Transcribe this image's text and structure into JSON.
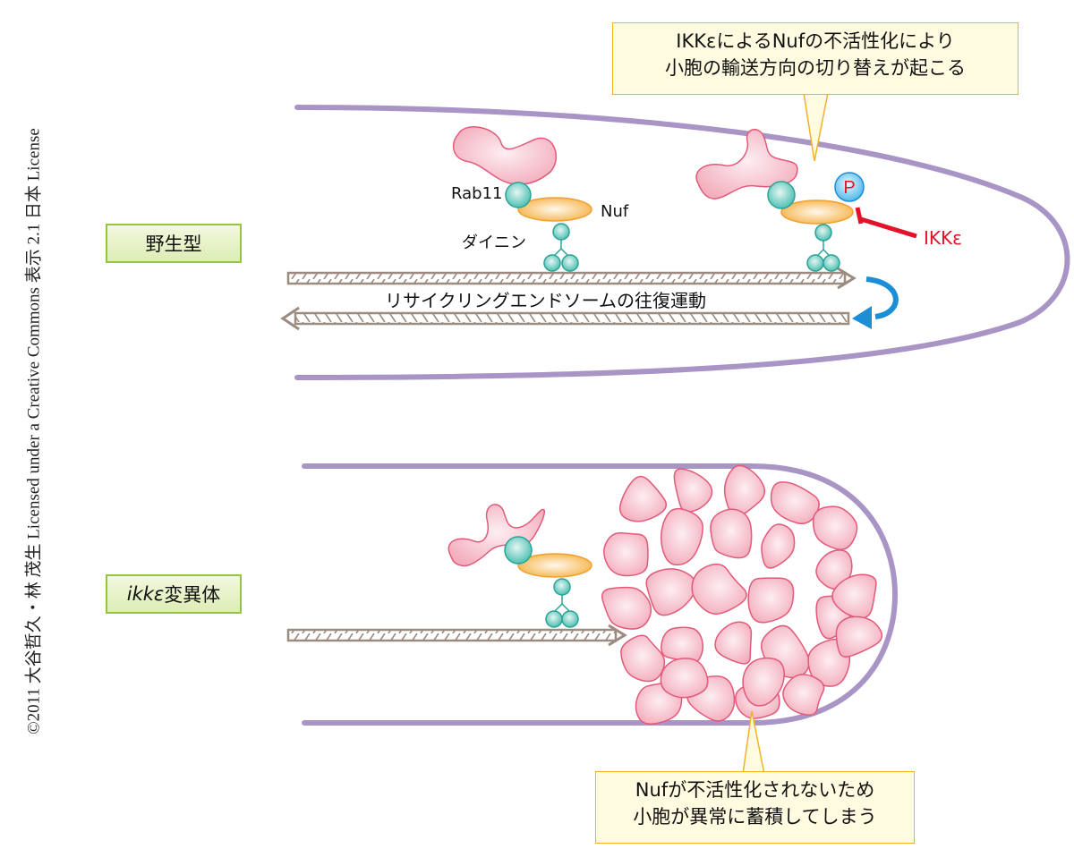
{
  "credit": "©2011 大谷哲久・林 茂生 Licensed under a Creative Commons 表示 2.1 日本 License",
  "colors": {
    "membrane": "#a895c6",
    "vesicle_fill": "#f7c4cd",
    "vesicle_stroke": "#e25a7a",
    "rab11": "#4fbfb3",
    "nuf": "#f6b650",
    "dynein": "#4fbfb3",
    "microtubule": "#9b8b80",
    "inhibition": "#e0132a",
    "phospho": "#53b9ea",
    "switch_arrow": "#1a8fd8",
    "label_box_border": "#93c543",
    "callout_border": "#f0b324"
  },
  "panels": {
    "wild_type": {
      "label": "野生型",
      "labels": {
        "rab11": "Rab11",
        "nuf": "Nuf",
        "dynein": "ダイニン",
        "ikk": "IKKε",
        "phospho": "P",
        "transport": "リサイクリングエンドソームの往復運動"
      },
      "callout": {
        "line1": "IKKεによるNufの不活性化により",
        "line2": "小胞の輸送方向の切り替えが起こる"
      }
    },
    "mutant": {
      "label_italic": "ikkε",
      "label_rest": "変異体",
      "callout": {
        "line1": "Nufが不活性化されないため",
        "line2": "小胞が異常に蓄積してしまう"
      }
    }
  }
}
